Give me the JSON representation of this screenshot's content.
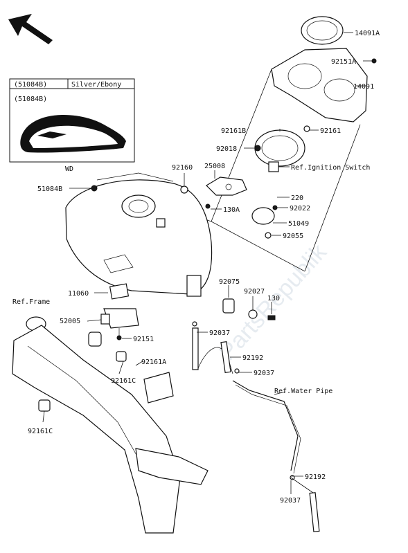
{
  "variant_box": {
    "code_header": "(51084B)",
    "color_header": "Silver/Ebony",
    "code_inner": "(51084B)",
    "caption": "WD"
  },
  "watermark": "PartsRepublik",
  "parts": {
    "p14091A": "14091A",
    "p92151A": "92151A",
    "p14091": "14091",
    "p92161": "92161",
    "p92161B": "92161B",
    "p92018": "92018",
    "ref_ignition": "Ref.Ignition Switch",
    "p92160": "92160",
    "p25008": "25008",
    "p51084B": "51084B",
    "p130A": "130A",
    "p220": "220",
    "p92022": "92022",
    "p51049": "51049",
    "p92055": "92055",
    "p92075": "92075",
    "p92027": "92027",
    "p130": "130",
    "p11060": "11060",
    "ref_frame": "Ref.Frame",
    "p52005": "52005",
    "p92151": "92151",
    "p92037_a": "92037",
    "p92192_a": "92192",
    "p92161A": "92161A",
    "p92037_b": "92037",
    "p92161C_a": "92161C",
    "ref_water_pipe": "Ref.Water Pipe",
    "p92161C_b": "92161C",
    "p92192_b": "92192",
    "p92037_c": "92037"
  }
}
